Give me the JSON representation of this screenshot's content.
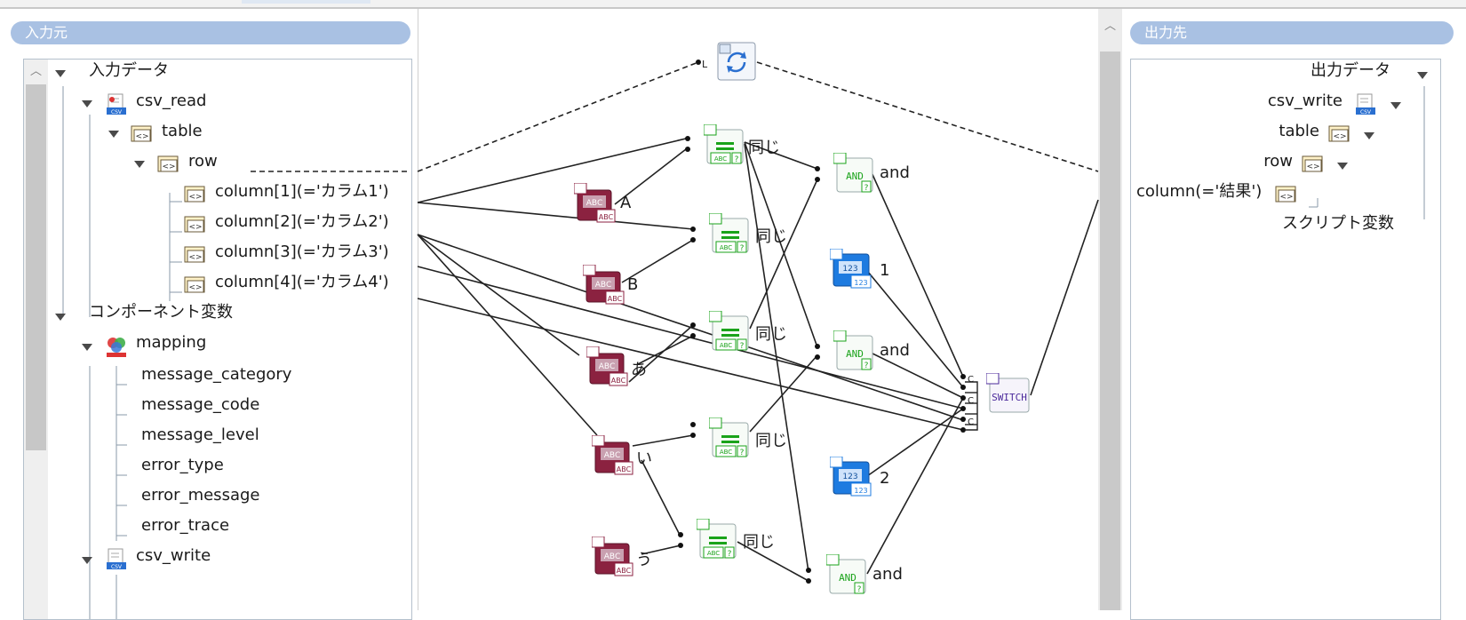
{
  "input_panel": {
    "title": "入力元",
    "tree": {
      "root": "入力データ",
      "csv_read": "csv_read",
      "table": "table",
      "row": "row",
      "columns": [
        "column[1](='カラム1')",
        "column[2](='カラム2')",
        "column[3](='カラム3')",
        "column[4](='カラム4')"
      ],
      "component_vars": "コンポーネント変数",
      "mapping": "mapping",
      "mapping_children": [
        "message_category",
        "message_code",
        "message_level",
        "error_type",
        "error_message",
        "error_trace"
      ],
      "csv_write": "csv_write"
    }
  },
  "output_panel": {
    "title": "出力先",
    "tree": {
      "root": "出力データ",
      "csv_write": "csv_write",
      "table": "table",
      "row": "row",
      "column": "column(='結果')",
      "script_vars": "スクリプト変数"
    }
  },
  "canvas": {
    "constants": [
      "A",
      "B",
      "あ",
      "い",
      "う"
    ],
    "compare_labels": [
      "同じ",
      "同じ",
      "同じ",
      "同じ",
      "同じ"
    ],
    "and_labels": [
      "and",
      "and",
      "and"
    ],
    "numbers": [
      "1",
      "2"
    ],
    "loop_port": "L",
    "switch_label": "SWITCH",
    "switch_ports": [
      "C",
      "C",
      "C"
    ],
    "node_texts": {
      "abc": "ABC",
      "num": "123",
      "and": "AND",
      "q": "?"
    }
  },
  "colors": {
    "header": "#a9c1e3",
    "string_const": "#8b2240",
    "compare_green": "#1aa31a",
    "number_blue": "#1e7be0",
    "switch_purple": "#4b2a9b"
  }
}
